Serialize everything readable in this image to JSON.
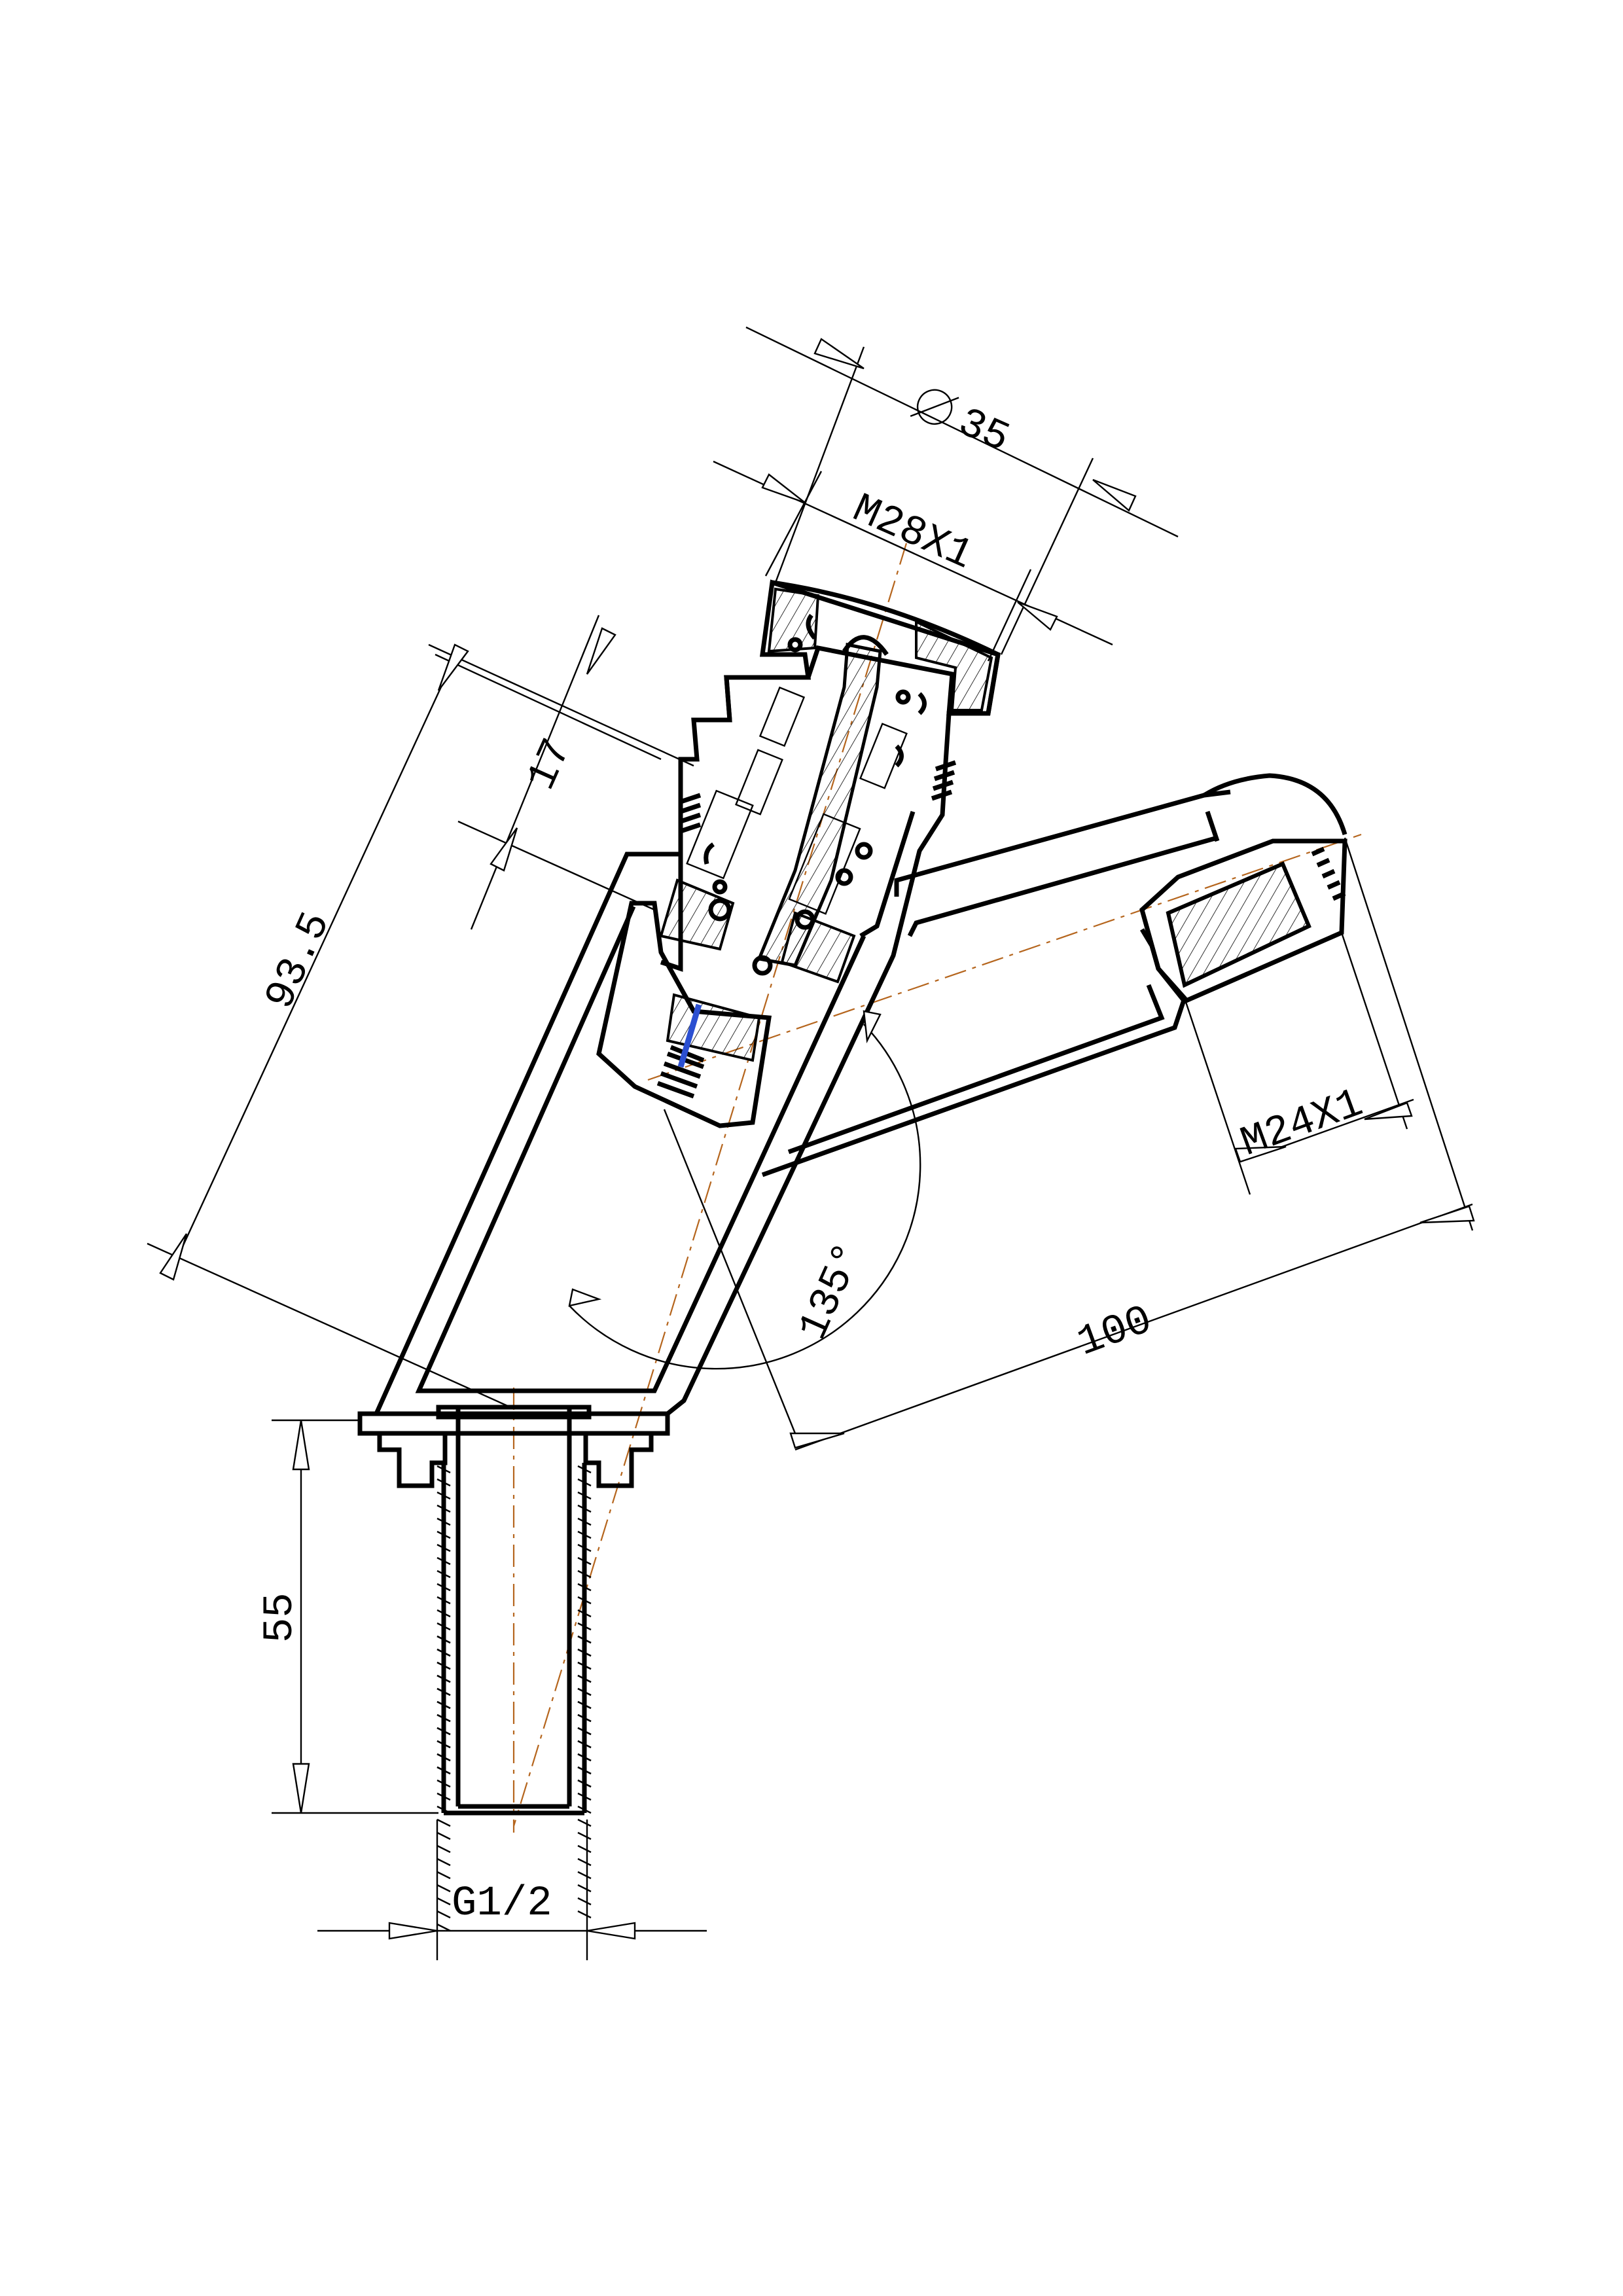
{
  "dimensions": {
    "diameter_outer": "35",
    "thread_cartridge": "M28X1",
    "cap_height": "17",
    "body_length": "93.5",
    "angle": "135°",
    "spout_length": "100",
    "thread_aerator": "M24X1",
    "shank_length": "55",
    "inlet_thread": "G1/2"
  },
  "colors": {
    "line": "#000000",
    "centerline": "#b5651d",
    "spring_rod": "#2b4fd1"
  }
}
